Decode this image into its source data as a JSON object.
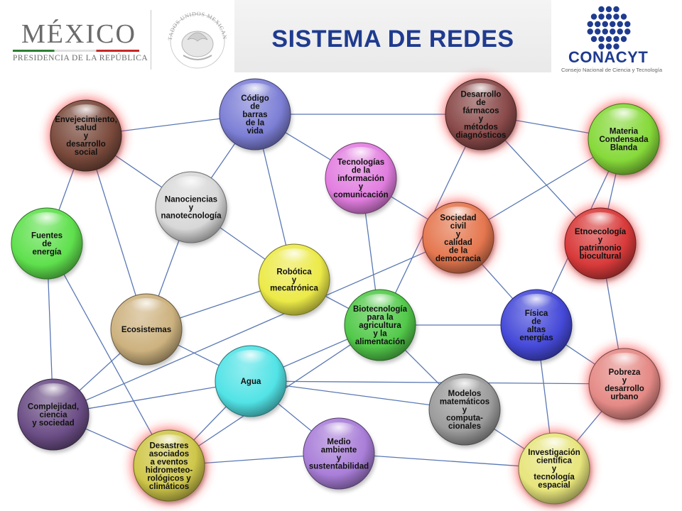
{
  "header": {
    "mexico": "MÉXICO",
    "presidencia": "PRESIDENCIA DE LA REPÚBLICA",
    "seal_text": "ESTADOS UNIDOS MEXICANOS",
    "title": "SISTEMA DE REDES",
    "conacyt": "CONACYT",
    "conacyt_sub": "Consejo Nacional de Ciencia y Tecnología"
  },
  "colors": {
    "title": "#1f3b8f",
    "line": "#5a78b4",
    "glow": "#ff2a2a"
  },
  "nodes": [
    {
      "id": "envejecimiento",
      "lines": [
        "Envejecimiento,",
        "salud",
        "y",
        "desarrollo",
        "social"
      ],
      "color": "#7a4a3c",
      "glow": true
    },
    {
      "id": "codigo",
      "lines": [
        "Código",
        "de",
        "barras",
        "de la",
        "vida"
      ],
      "color": "#7d7fd6",
      "glow": false
    },
    {
      "id": "farmacos",
      "lines": [
        "Desarrollo",
        "de",
        "fármacos",
        "y",
        "métodos",
        "diagnósticos"
      ],
      "color": "#8a4a4a",
      "glow": true
    },
    {
      "id": "materia",
      "lines": [
        "Materia",
        "Condensada",
        "Blanda"
      ],
      "color": "#86d93a",
      "glow": true
    },
    {
      "id": "nano",
      "lines": [
        "Nanociencias",
        "y",
        "nanotecnología"
      ],
      "color": "#d8d8d8",
      "glow": false
    },
    {
      "id": "tic",
      "lines": [
        "Tecnologías",
        "de la",
        "información",
        "y",
        "comunicación"
      ],
      "color": "#e27ee0",
      "glow": false
    },
    {
      "id": "sociedad",
      "lines": [
        "Sociedad",
        "civil",
        "y",
        "calidad",
        "de la",
        "democracia"
      ],
      "color": "#e5774f",
      "glow": true
    },
    {
      "id": "etno",
      "lines": [
        "Etnoecología",
        "y",
        "patrimonio",
        "biocultural"
      ],
      "color": "#d93a3a",
      "glow": true
    },
    {
      "id": "fuentes",
      "lines": [
        "Fuentes",
        "de",
        "energía"
      ],
      "color": "#5fe04d",
      "glow": false
    },
    {
      "id": "robotica",
      "lines": [
        "Robótica",
        "y",
        "mecatrónica"
      ],
      "color": "#ecea48",
      "glow": false
    },
    {
      "id": "ecosistemas",
      "lines": [
        "Ecosistemas"
      ],
      "color": "#cdb27f",
      "glow": false
    },
    {
      "id": "biotec",
      "lines": [
        "Biotecnología",
        "para la",
        "agricultura",
        "y la",
        "alimentación"
      ],
      "color": "#52c94a",
      "glow": false
    },
    {
      "id": "fisica",
      "lines": [
        "Física",
        "de",
        "altas",
        "energías"
      ],
      "color": "#4549d8",
      "glow": false
    },
    {
      "id": "agua",
      "lines": [
        "Agua"
      ],
      "color": "#52e3e6",
      "glow": false
    },
    {
      "id": "pobreza",
      "lines": [
        "Pobreza",
        "y",
        "desarrollo",
        "urbano"
      ],
      "color": "#e58a86",
      "glow": true
    },
    {
      "id": "complejidad",
      "lines": [
        "Complejidad,",
        "ciencia",
        "y sociedad"
      ],
      "color": "#6c4e86",
      "glow": false
    },
    {
      "id": "modelos",
      "lines": [
        "Modelos",
        "matemáticos",
        "y",
        "computa-",
        "cionales"
      ],
      "color": "#9c9c9c",
      "glow": false
    },
    {
      "id": "desastres",
      "lines": [
        "Desastres",
        "asociados",
        "a eventos",
        "hidrometeo-",
        "rológicos y",
        "climáticos"
      ],
      "color": "#cfc74a",
      "glow": true
    },
    {
      "id": "medio",
      "lines": [
        "Medio",
        "ambiente",
        "y",
        "sustentabilidad"
      ],
      "color": "#a97ed8",
      "glow": false
    },
    {
      "id": "investigacion",
      "lines": [
        "Investigación",
        "científica",
        "y",
        "tecnología",
        "espacial"
      ],
      "color": "#e7e57c",
      "glow": true
    }
  ],
  "edges": [
    [
      "envejecimiento",
      "codigo"
    ],
    [
      "envejecimiento",
      "nano"
    ],
    [
      "envejecimiento",
      "fuentes"
    ],
    [
      "envejecimiento",
      "ecosistemas"
    ],
    [
      "codigo",
      "farmacos"
    ],
    [
      "codigo",
      "tic"
    ],
    [
      "codigo",
      "nano"
    ],
    [
      "codigo",
      "robotica"
    ],
    [
      "farmacos",
      "materia"
    ],
    [
      "farmacos",
      "etno"
    ],
    [
      "farmacos",
      "biotec"
    ],
    [
      "materia",
      "sociedad"
    ],
    [
      "materia",
      "etno"
    ],
    [
      "materia",
      "fisica"
    ],
    [
      "tic",
      "sociedad"
    ],
    [
      "tic",
      "biotec"
    ],
    [
      "nano",
      "robotica"
    ],
    [
      "nano",
      "ecosistemas"
    ],
    [
      "sociedad",
      "fisica"
    ],
    [
      "sociedad",
      "complejidad"
    ],
    [
      "etno",
      "pobreza"
    ],
    [
      "fuentes",
      "complejidad"
    ],
    [
      "fuentes",
      "desastres"
    ],
    [
      "robotica",
      "ecosistemas"
    ],
    [
      "robotica",
      "biotec"
    ],
    [
      "ecosistemas",
      "agua"
    ],
    [
      "ecosistemas",
      "complejidad"
    ],
    [
      "biotec",
      "fisica"
    ],
    [
      "biotec",
      "agua"
    ],
    [
      "biotec",
      "modelos"
    ],
    [
      "biotec",
      "desastres"
    ],
    [
      "fisica",
      "pobreza"
    ],
    [
      "fisica",
      "investigacion"
    ],
    [
      "agua",
      "medio"
    ],
    [
      "agua",
      "complejidad"
    ],
    [
      "agua",
      "pobreza"
    ],
    [
      "agua",
      "desastres"
    ],
    [
      "agua",
      "modelos"
    ],
    [
      "pobreza",
      "investigacion"
    ],
    [
      "modelos",
      "investigacion"
    ],
    [
      "desastres",
      "medio"
    ],
    [
      "medio",
      "investigacion"
    ],
    [
      "complejidad",
      "desastres"
    ]
  ]
}
